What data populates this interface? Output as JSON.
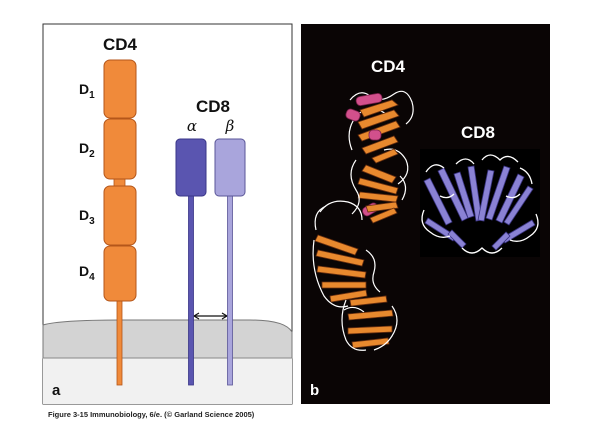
{
  "panel_a": {
    "letter": "a",
    "cd4": {
      "title": "CD4",
      "domains": [
        {
          "base": "D",
          "sub": "1"
        },
        {
          "base": "D",
          "sub": "2"
        },
        {
          "base": "D",
          "sub": "3"
        },
        {
          "base": "D",
          "sub": "4"
        }
      ]
    },
    "cd8": {
      "title": "CD8",
      "alpha": "α",
      "beta": "β"
    }
  },
  "panel_b": {
    "letter": "b",
    "cd4_label": "CD4",
    "cd8_label": "CD8"
  },
  "caption": "Figure 3-15  Immunobiology, 6/e. (© Garland Science 2005)",
  "colors": {
    "cd4_fill": "#f08a3a",
    "cd4_stroke": "#b4561a",
    "cd8_alpha": "#5a55b0",
    "cd8_beta": "#a9a5dc",
    "membrane": "#d0d0d0",
    "panel_b_bg": "#0a0505",
    "helix": "#d2508c"
  }
}
